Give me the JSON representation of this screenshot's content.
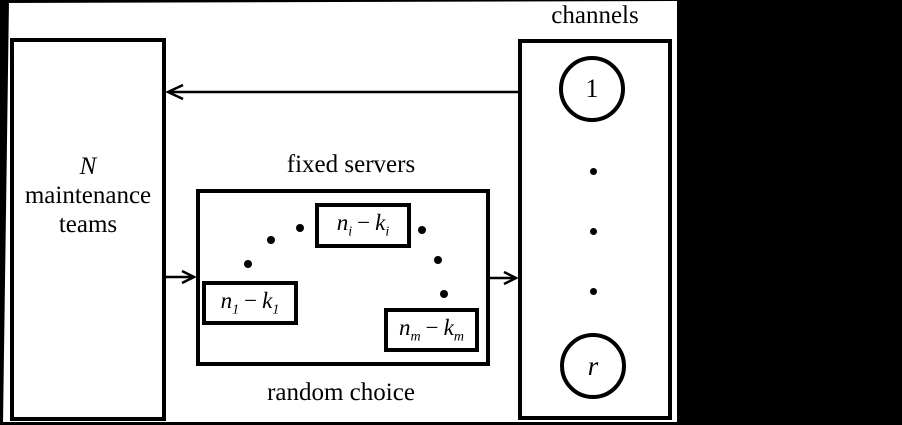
{
  "figure": {
    "teams_box": {
      "line1": "N",
      "line2": "maintenance",
      "line3": "teams"
    },
    "servers_box": {
      "title": "fixed servers",
      "caption": "random choice",
      "first": {
        "v1": "n",
        "s1": "1",
        "op": "−",
        "v2": "k",
        "s2": "1"
      },
      "generic": {
        "v1": "n",
        "s1": "i",
        "op": "−",
        "v2": "k",
        "s2": "i"
      },
      "last": {
        "v1": "n",
        "s1": "m",
        "op": "−",
        "v2": "k",
        "s2": "m"
      }
    },
    "channels_box": {
      "title": "channels",
      "first_channel": "1",
      "last_channel": "r"
    },
    "colors": {
      "ink": "#000000",
      "paper": "#ffffff"
    }
  }
}
